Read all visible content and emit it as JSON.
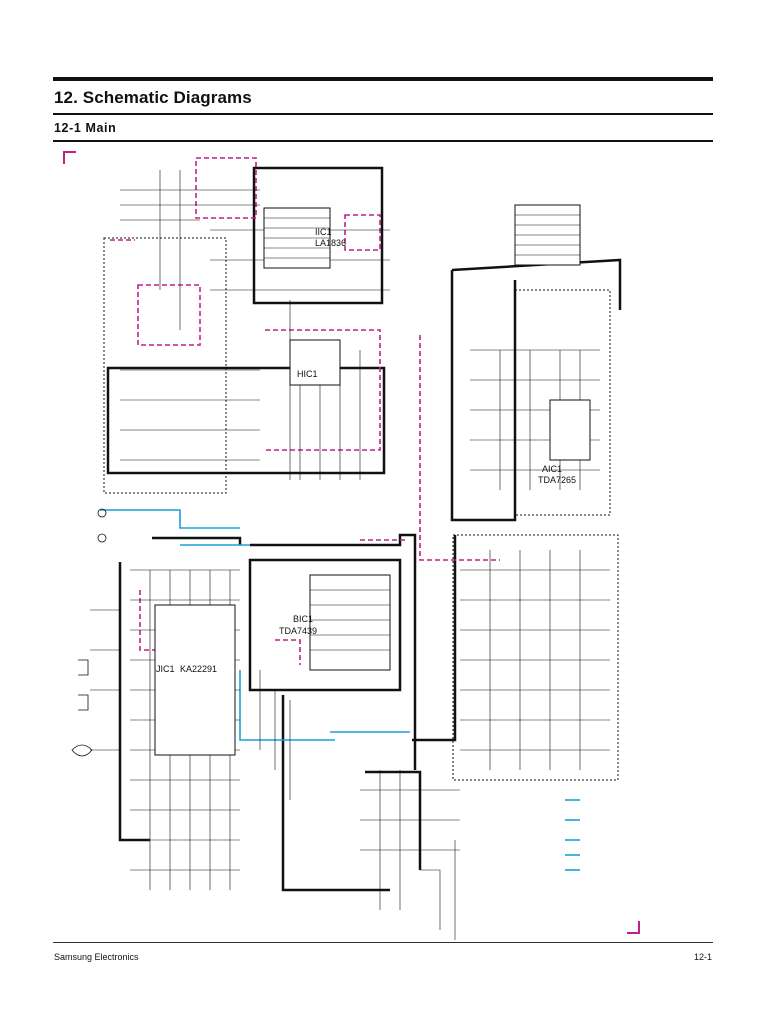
{
  "header": {
    "title": "12. Schematic Diagrams",
    "subtitle": "12-1 Main"
  },
  "schematic": {
    "ic_labels": [
      {
        "name": "IIC1",
        "part": "LA1836"
      },
      {
        "name": "HIC1",
        "part": ""
      },
      {
        "name": "AIC1",
        "part": "TDA7265"
      },
      {
        "name": "BIC1",
        "part": "TDA7439"
      },
      {
        "name": "JIC1",
        "part": "KA22291"
      }
    ],
    "colors": {
      "wire": "#111111",
      "magenta_trace": "#c0208a",
      "blue_trace": "#1aa0d8",
      "corner_mark": "#c0208a"
    }
  },
  "footer": {
    "brand": "Samsung Electronics",
    "page_number": "12-1"
  }
}
